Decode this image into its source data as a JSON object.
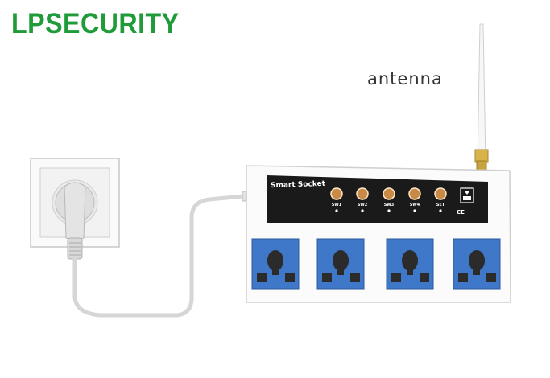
{
  "brand": {
    "name": "LPSECURITY",
    "color": "#1f9b3a"
  },
  "annotation": {
    "antenna": "antenna"
  },
  "device": {
    "panel_title": "Smart Socket",
    "switches": [
      {
        "label": "SW1",
        "icon": "button-icon"
      },
      {
        "label": "SW2",
        "icon": "button-icon"
      },
      {
        "label": "SW3",
        "icon": "button-icon"
      },
      {
        "label": "SW4",
        "icon": "button-icon"
      },
      {
        "label": "SET",
        "icon": "button-icon"
      }
    ],
    "cert_mark": "CE",
    "outlets": 4,
    "outlet_color": "#3f78c8",
    "panel_color": "#1a1a1a"
  },
  "wall_socket": {
    "icon": "wall-socket-icon"
  },
  "plug": {
    "icon": "plug-icon"
  }
}
